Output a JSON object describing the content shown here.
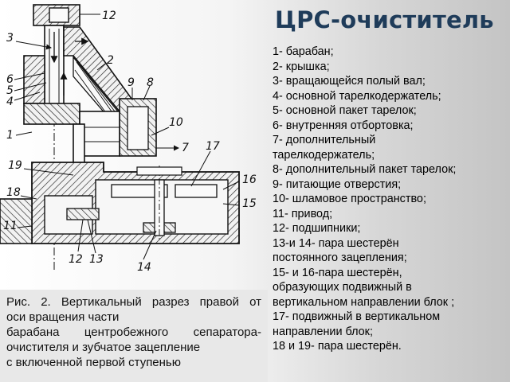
{
  "title": "ЦРС-очиститель",
  "legend": [
    "1- барабан;",
    "2- крышка;",
    "3- вращающейся полый вал;",
    "4- основной тарелкодержатель;",
    "5- основной пакет тарелок;",
    "6- внутренняя отбортовка;",
    "7- дополнительный",
    "тарелкодержатель;",
    "8- дополнительный пакет тарелок;",
    "9- питающие отверстия;",
    "10- шламовое пространство;",
    "11- привод;",
    "12- подшипники;",
    "13-и 14-  пара шестерён",
    "постоянного зацепления;",
    "15- и 16-пара шестерён,",
    "образующих подвижный в",
    "вертикальном направлении блок ;",
    "17- подвижный в вертикальном",
    "направлении блок;",
    "18 и 19- пара шестерён."
  ],
  "caption": {
    "line1": "Рис.  2.  Вертикальный  разрез  правой  от",
    "line2": "оси вращения  части",
    "line3": " барабана  центробежного  сепаратора-",
    "line4": "очистителя и зубчатое зацепление",
    "line5": "с включенной первой ступенью"
  },
  "figure_labels": {
    "l12top": "12",
    "l3": "3",
    "l2": "2",
    "l9": "9",
    "l8": "8",
    "l6": "6",
    "l5": "5",
    "l4": "4",
    "l10": "10",
    "l1": "1",
    "l7": "7",
    "l17": "17",
    "l19": "19",
    "l16": "16",
    "l18": "18",
    "l15": "15",
    "l11": "11",
    "l12bottom": "12",
    "l13": "13",
    "l14": "14"
  }
}
